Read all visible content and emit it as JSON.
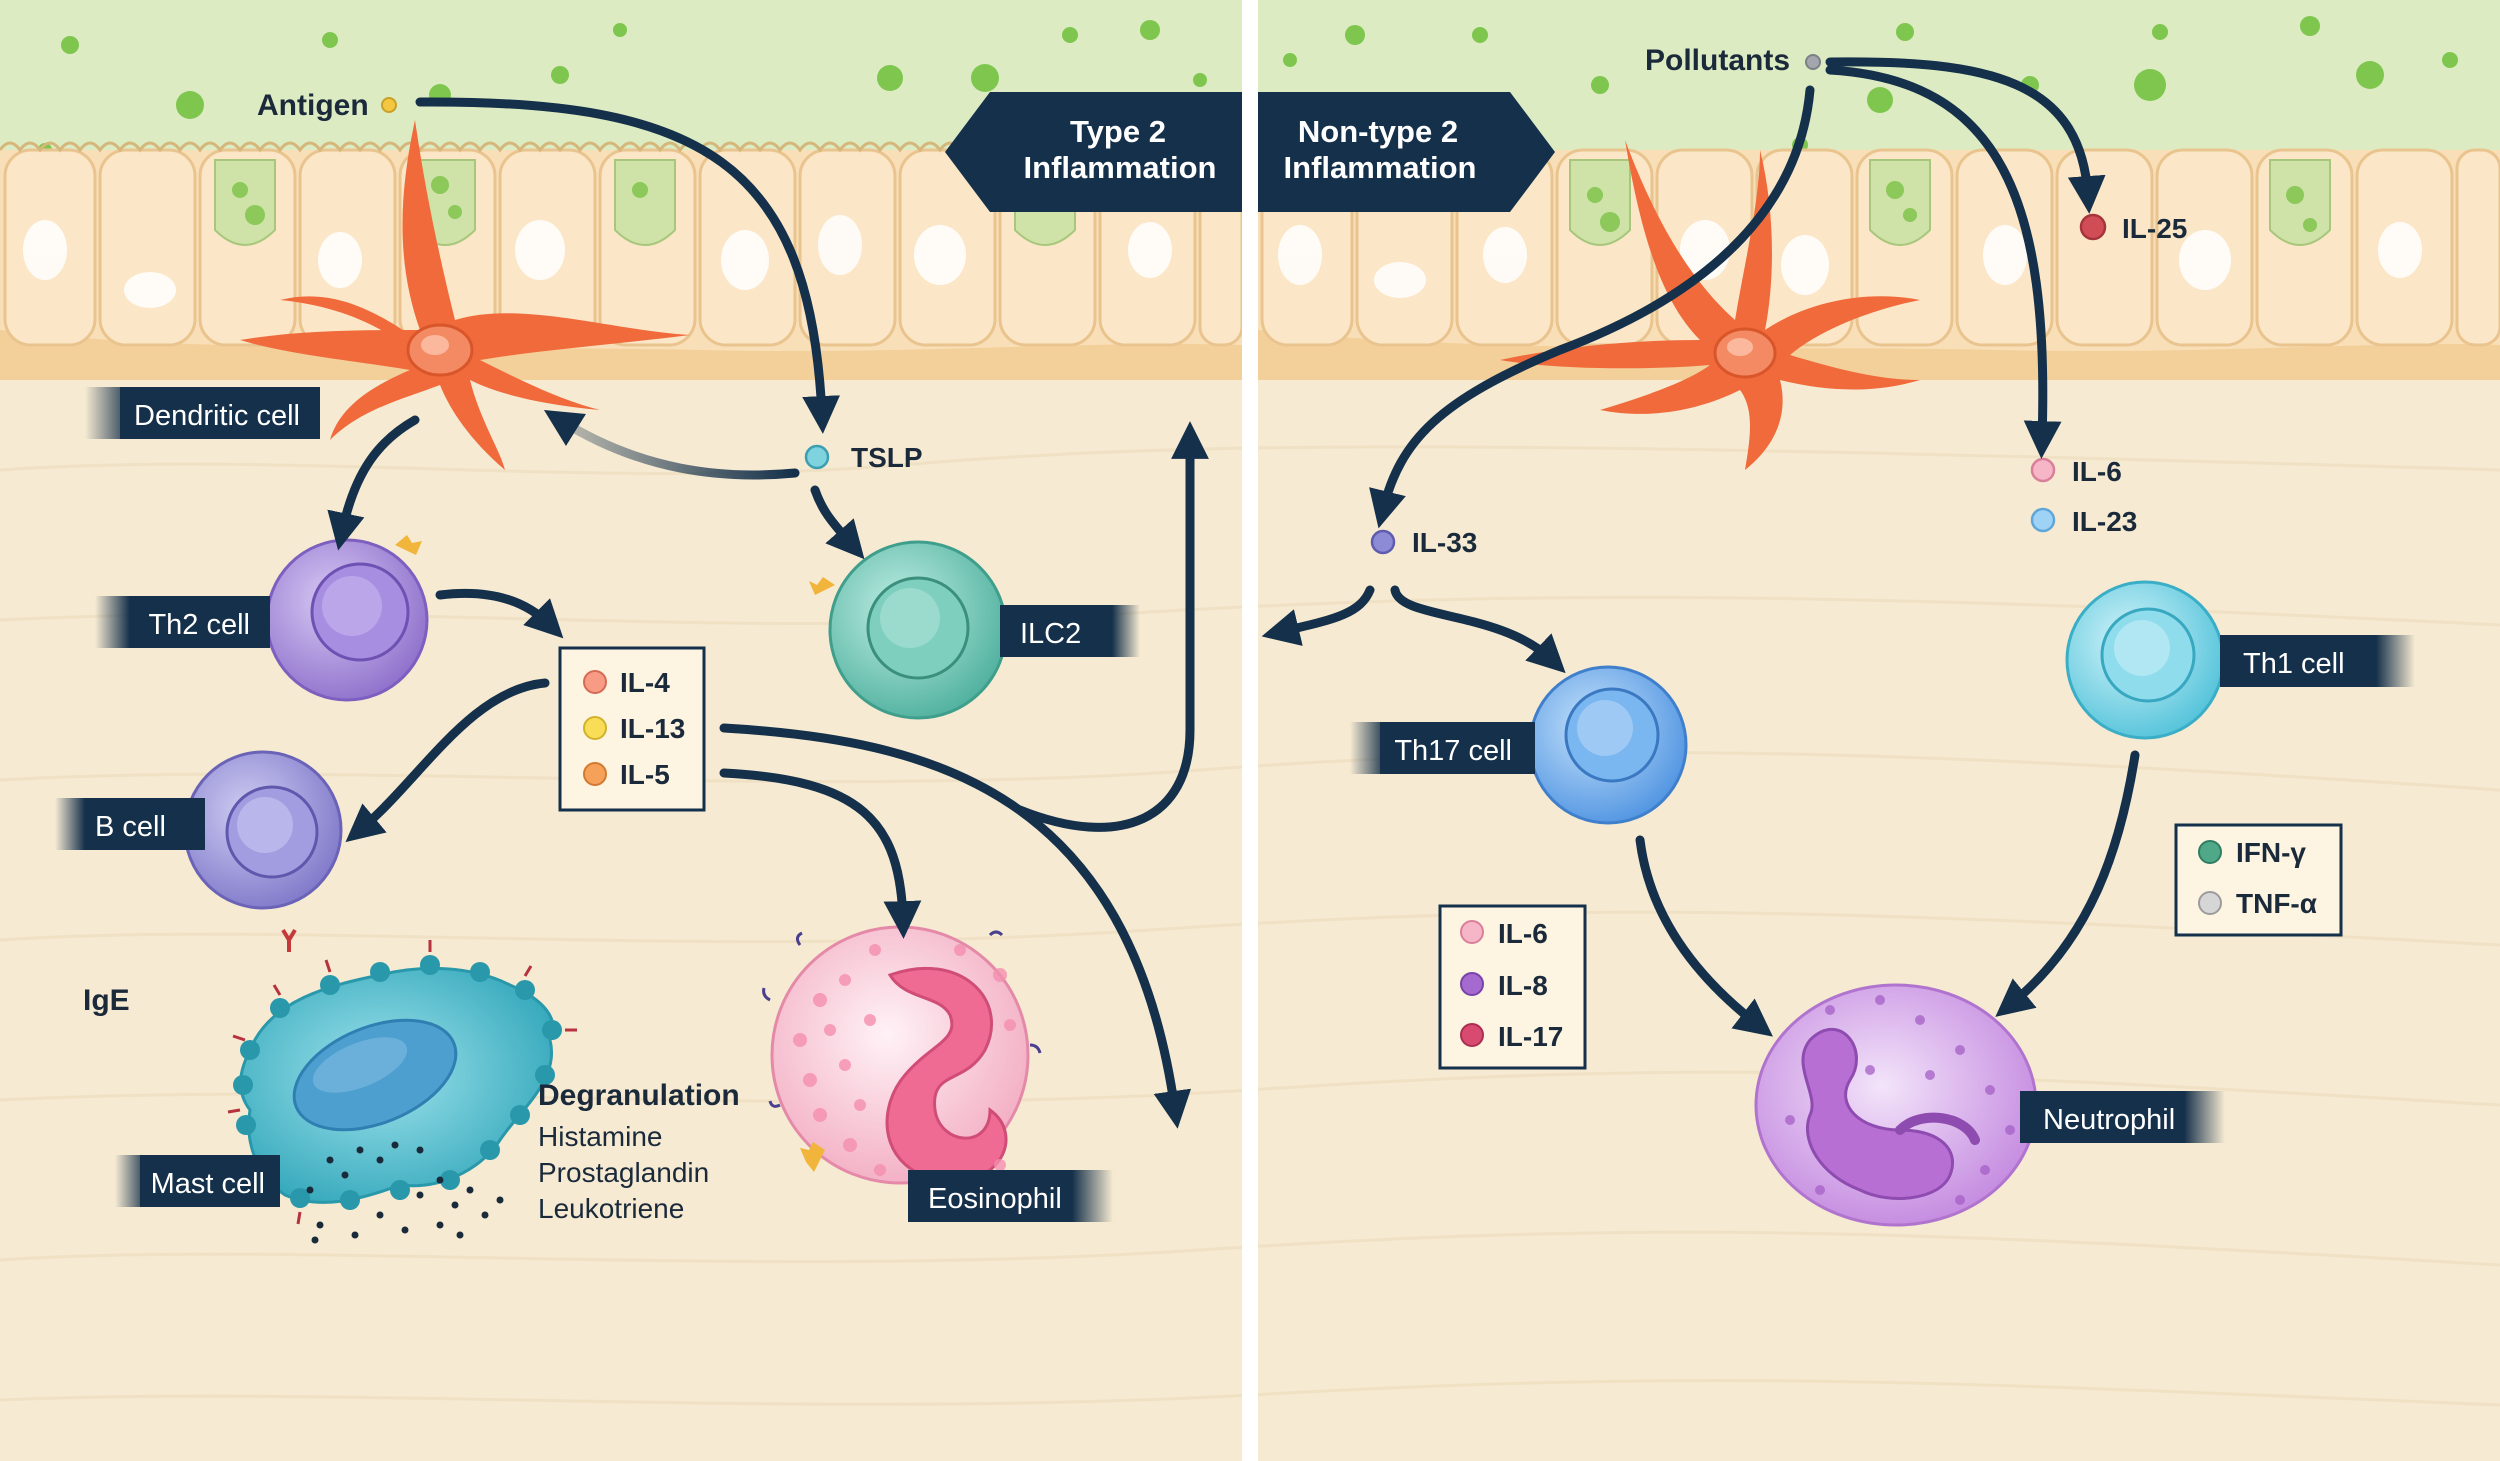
{
  "panels": {
    "left": {
      "title_line1": "Type 2",
      "title_line2": "Inflammation"
    },
    "right": {
      "title_line1": "Non-type 2",
      "title_line2": "Inflammation"
    }
  },
  "triggers": {
    "antigen": "Antigen",
    "pollutants": "Pollutants"
  },
  "cells": {
    "dendritic_cell": "Dendritic cell",
    "th2_cell": "Th2 cell",
    "ilc2": "ILC2",
    "b_cell": "B cell",
    "mast_cell": "Mast cell",
    "eosinophil": "Eosinophil",
    "th17_cell": "Th17 cell",
    "th1_cell": "Th1 cell",
    "neutrophil": "Neutrophil"
  },
  "cytokines": {
    "tslp": "TSLP",
    "il4": "IL-4",
    "il13": "IL-13",
    "il5": "IL-5",
    "il25": "IL-25",
    "il33": "IL-33",
    "il6_top": "IL-6",
    "il23": "IL-23",
    "il6_box": "IL-6",
    "il8": "IL-8",
    "il17": "IL-17",
    "ifn_gamma": "IFN-γ",
    "tnf_alpha": "TNF-α"
  },
  "other": {
    "ige": "IgE",
    "degranulation": "Degranulation",
    "histamine": "Histamine",
    "prostaglandin": "Prostaglandin",
    "leukotriene": "Leukotriene"
  },
  "colors": {
    "tissue": "#f6ead2",
    "mucus": "#dcebc2",
    "epithelium": "#f9dfb7",
    "navy": "#14304a",
    "dendritic": "#f06a3c",
    "th2": "#9a7fd3",
    "ilc2": "#5cbfae",
    "bcell": "#8e88d2",
    "mast": "#3fb8c9",
    "eosinophil": "#f4a6bd",
    "th17": "#5ea4ec",
    "th1": "#63d0e4",
    "neutrophil": "#c98ee0"
  }
}
